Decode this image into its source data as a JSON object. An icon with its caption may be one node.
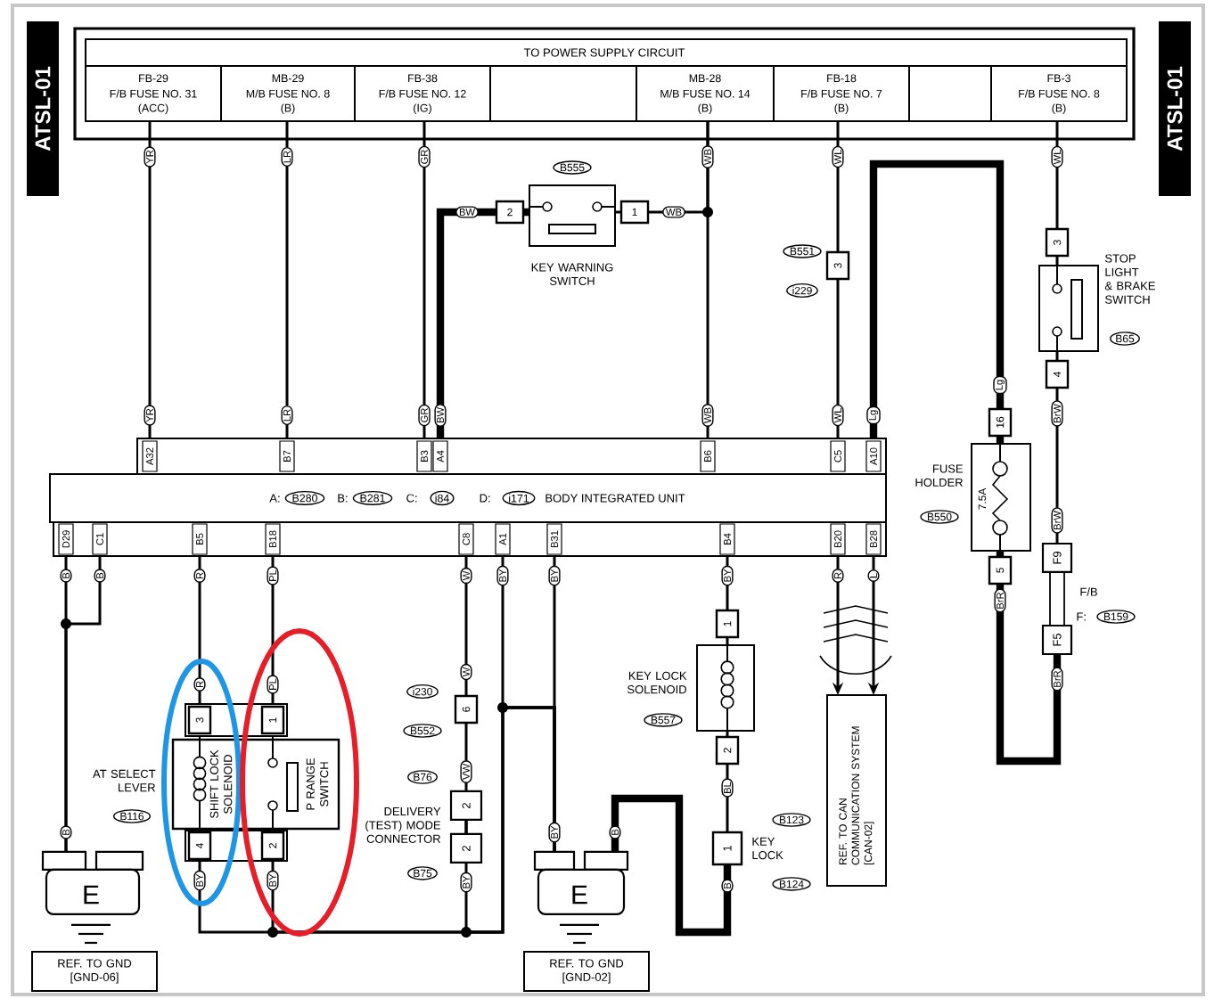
{
  "diagram": {
    "nodes": [
      {
        "text": [
          "TO POWER SUPPLY CIRCUIT"
        ]
      },
      {
        "text": [
          "FB-29",
          "F/B FUSE NO. 31",
          "(ACC)"
        ],
        "in": 0
      },
      {
        "text": [
          "MB-29",
          "M/B FUSE NO. 8",
          "(B)"
        ],
        "in": 0
      },
      {
        "text": [
          "FB-38",
          "F/B FUSE NO. 12",
          "(IG)"
        ],
        "in": 0
      },
      {
        "text": [
          "MB-28",
          "M/B FUSE NO. 14",
          "(B)"
        ],
        "in": 0
      },
      {
        "text": [
          "FB-18",
          "F/B FUSE NO. 7",
          "(B)"
        ],
        "in": 0
      },
      {
        "text": [
          "FB-3",
          "F/B FUSE NO. 8",
          "(B)"
        ],
        "in": 0
      },
      {
        "text": [
          "KEY WARNING SWITCH"
        ],
        "beside": [
          "B555"
        ]
      },
      {
        "text": [
          "STOP LIGHT & BRAKE SWITCH"
        ],
        "beside": [
          "B65"
        ]
      },
      {
        "text": [
          "FUSE HOLDER",
          "7.5A"
        ],
        "beside": [
          "B550"
        ]
      },
      {
        "text": [
          "A:",
          "B280",
          "B:",
          "B281",
          "C:",
          "i84",
          "D:",
          "i171",
          "BODY INTEGRATED UNIT"
        ]
      },
      {
        "text": [
          "E"
        ]
      },
      {
        "text": [
          "REF. TO GND [GND-06]"
        ]
      },
      {
        "text": [
          "AT SELECT LEVER",
          "SHIFT LOCK SOLENOID",
          "P RANGE SWITCH"
        ],
        "beside": [
          "B116"
        ]
      },
      {
        "text": [
          "2",
          "2",
          "DELIVERY (TEST) MODE CONNECTOR"
        ],
        "beside": [
          "B76",
          "B75"
        ]
      },
      {
        "text": [
          "KEY LOCK SOLENOID"
        ],
        "beside": [
          "B557"
        ]
      },
      {
        "text": [
          "1",
          "KEY LOCK"
        ]
      },
      {
        "text": [
          "E"
        ]
      },
      {
        "text": [
          "REF. TO GND [GND-02]"
        ]
      },
      {
        "text": [
          "REF. TO CAN COMMUNICATION SYSTEM [CAN-02]"
        ]
      },
      {
        "text": [
          "F9",
          "F5"
        ],
        "beside": [
          "F/B",
          "F:",
          "B159"
        ]
      }
    ],
    "edges": [
      {
        "from": 1,
        "to": 10,
        "arrow": "none"
      },
      {
        "from": 2,
        "to": 10,
        "arrow": "none"
      },
      {
        "from": 3,
        "to": 10,
        "arrow": "none"
      },
      {
        "from": 7,
        "to": 10,
        "arrow": "none",
        "style": "thick"
      },
      {
        "from": 4,
        "to": 7,
        "arrow": "none"
      },
      {
        "from": 4,
        "to": 10,
        "arrow": "none"
      },
      {
        "from": 5,
        "to": 10,
        "arrow": "none"
      },
      {
        "from": 10,
        "to": 9,
        "arrow": "none",
        "style": "thick"
      },
      {
        "from": 6,
        "to": 8,
        "arrow": "none"
      },
      {
        "from": 8,
        "to": 20,
        "arrow": "none"
      },
      {
        "from": 9,
        "to": 20,
        "arrow": "none",
        "style": "thick"
      },
      {
        "from": 10,
        "to": 11,
        "arrow": "none"
      },
      {
        "from": 10,
        "to": 11,
        "arrow": "none"
      },
      {
        "from": 10,
        "to": 13,
        "arrow": "none"
      },
      {
        "from": 10,
        "to": 13,
        "arrow": "none"
      },
      {
        "from": 10,
        "to": 14,
        "arrow": "none"
      },
      {
        "from": 13,
        "to": 17,
        "arrow": "none"
      },
      {
        "from": 13,
        "to": 17,
        "arrow": "none"
      },
      {
        "from": 14,
        "to": 17,
        "arrow": "none"
      },
      {
        "from": 10,
        "to": 17,
        "arrow": "none"
      },
      {
        "from": 10,
        "to": 17,
        "arrow": "none"
      },
      {
        "from": 10,
        "to": 15,
        "arrow": "none"
      },
      {
        "from": 15,
        "to": 16,
        "arrow": "none"
      },
      {
        "from": 16,
        "to": 17,
        "arrow": "none",
        "style": "thick"
      },
      {
        "from": 10,
        "to": 19,
        "arrow": "to"
      },
      {
        "from": 10,
        "to": 19,
        "arrow": "to"
      }
    ],
    "labels": [
      "ATSL-01",
      "ATSL-01",
      "YR",
      "LR",
      "GR",
      "WB",
      "WL",
      "WL",
      "BW",
      "2",
      "1",
      "WB",
      "B551",
      "3",
      "i229",
      "3",
      "4",
      "BrW",
      "Lg",
      "16",
      "YR",
      "LR",
      "GR",
      "BW",
      "WB",
      "WL",
      "Lg",
      "A32",
      "B7",
      "B3",
      "A4",
      "B6",
      "C5",
      "A10",
      "D29",
      "C1",
      "B5",
      "B18",
      "C8",
      "A1",
      "B31",
      "B4",
      "B20",
      "B28",
      "B",
      "B",
      "R",
      "PL",
      "W",
      "BY",
      "BY",
      "BY",
      "R",
      "L",
      "5",
      "BrR",
      "BrW",
      "1",
      "R",
      "PL",
      "W",
      "i230",
      "6",
      "B552",
      "VW",
      "2",
      "BL",
      "B",
      "BY",
      "BY",
      "BY",
      "BY",
      "B",
      "B",
      "BrR",
      "3",
      "1",
      "4",
      "2",
      "B123",
      "B124"
    ]
  }
}
